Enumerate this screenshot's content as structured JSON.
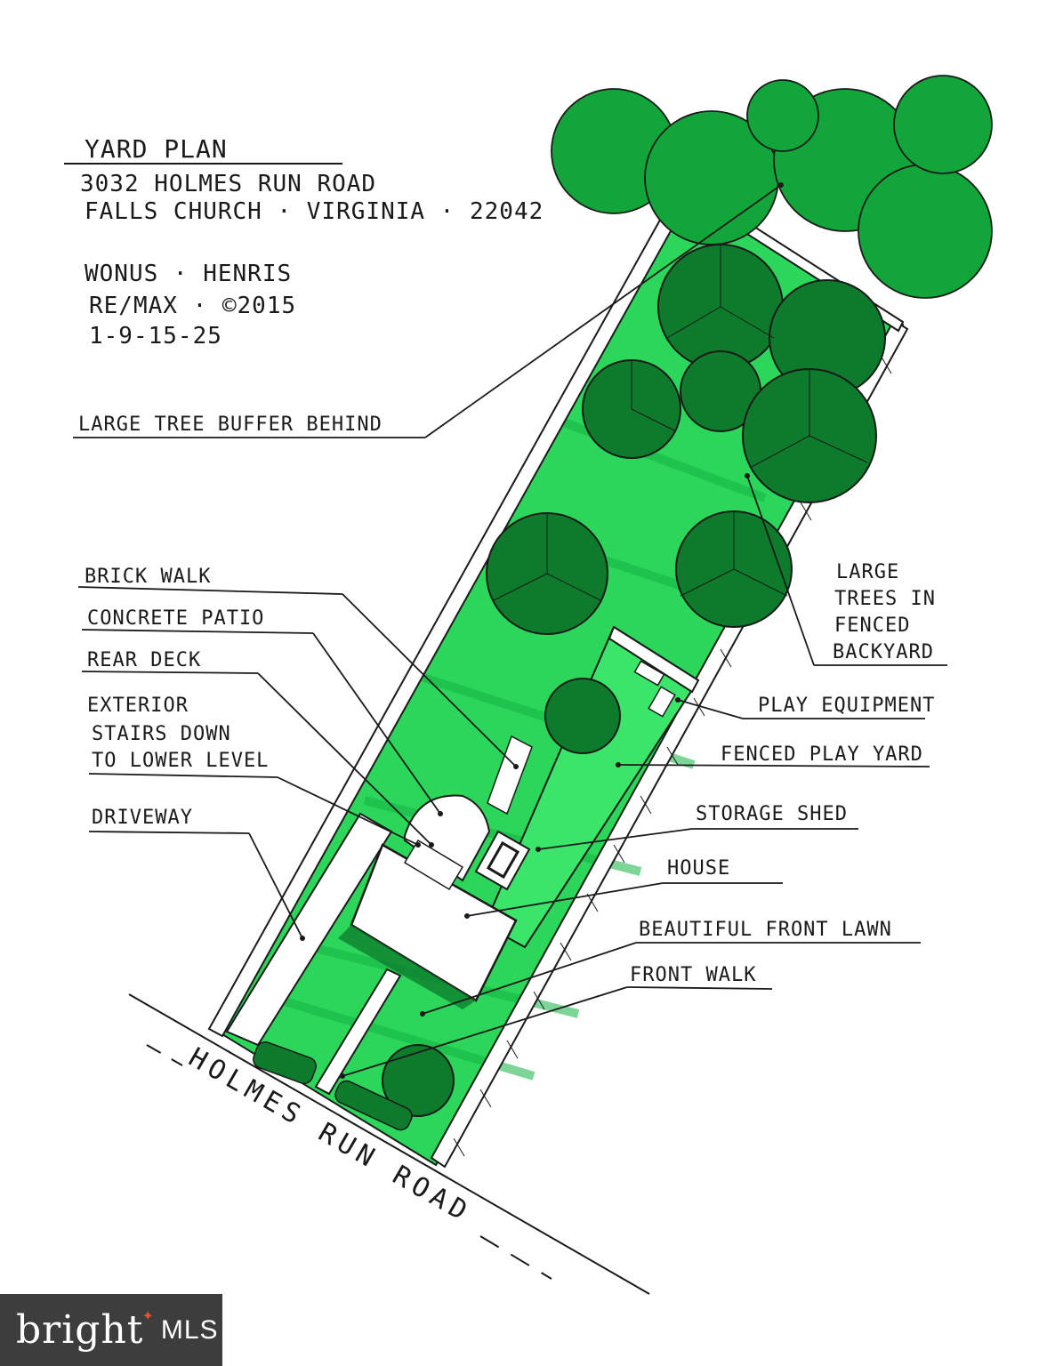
{
  "title": {
    "heading": "YARD PLAN",
    "address1": "3032 HOLMES RUN ROAD",
    "address2": "FALLS CHURCH · VIRGINIA · 22042",
    "author": "WONUS · HENRIS",
    "company": "RE/MAX · ©2015",
    "code": "1-9-15-25"
  },
  "callouts": {
    "tree_buffer": "LARGE TREE BUFFER BEHIND",
    "brick_walk": "BRICK WALK",
    "concrete_patio": "CONCRETE PATIO",
    "rear_deck": "REAR DECK",
    "stairs_1": "EXTERIOR",
    "stairs_2": "STAIRS DOWN",
    "stairs_3": "TO LOWER LEVEL",
    "driveway": "DRIVEWAY",
    "large_trees_1": "LARGE",
    "large_trees_2": "TREES IN",
    "large_trees_3": "FENCED",
    "large_trees_4": "BACKYARD",
    "play_equipment": "PLAY EQUIPMENT",
    "fenced_play_yard": "FENCED PLAY YARD",
    "storage_shed": "STORAGE SHED",
    "house": "HOUSE",
    "front_lawn": "BEAUTIFUL FRONT LAWN",
    "front_walk": "FRONT WALK"
  },
  "road": {
    "label": "HOLMES RUN ROAD"
  },
  "watermark": {
    "brand": "bright",
    "suffix": "MLS"
  },
  "colors": {
    "lawn": "#2bd65a",
    "lawn_dark": "#11a53a",
    "tree_canopy": "#0d7a2c",
    "ink": "#1a1a1a",
    "watermark_bg": "#3d3d3d",
    "watermark_accent": "#e94f2c"
  }
}
